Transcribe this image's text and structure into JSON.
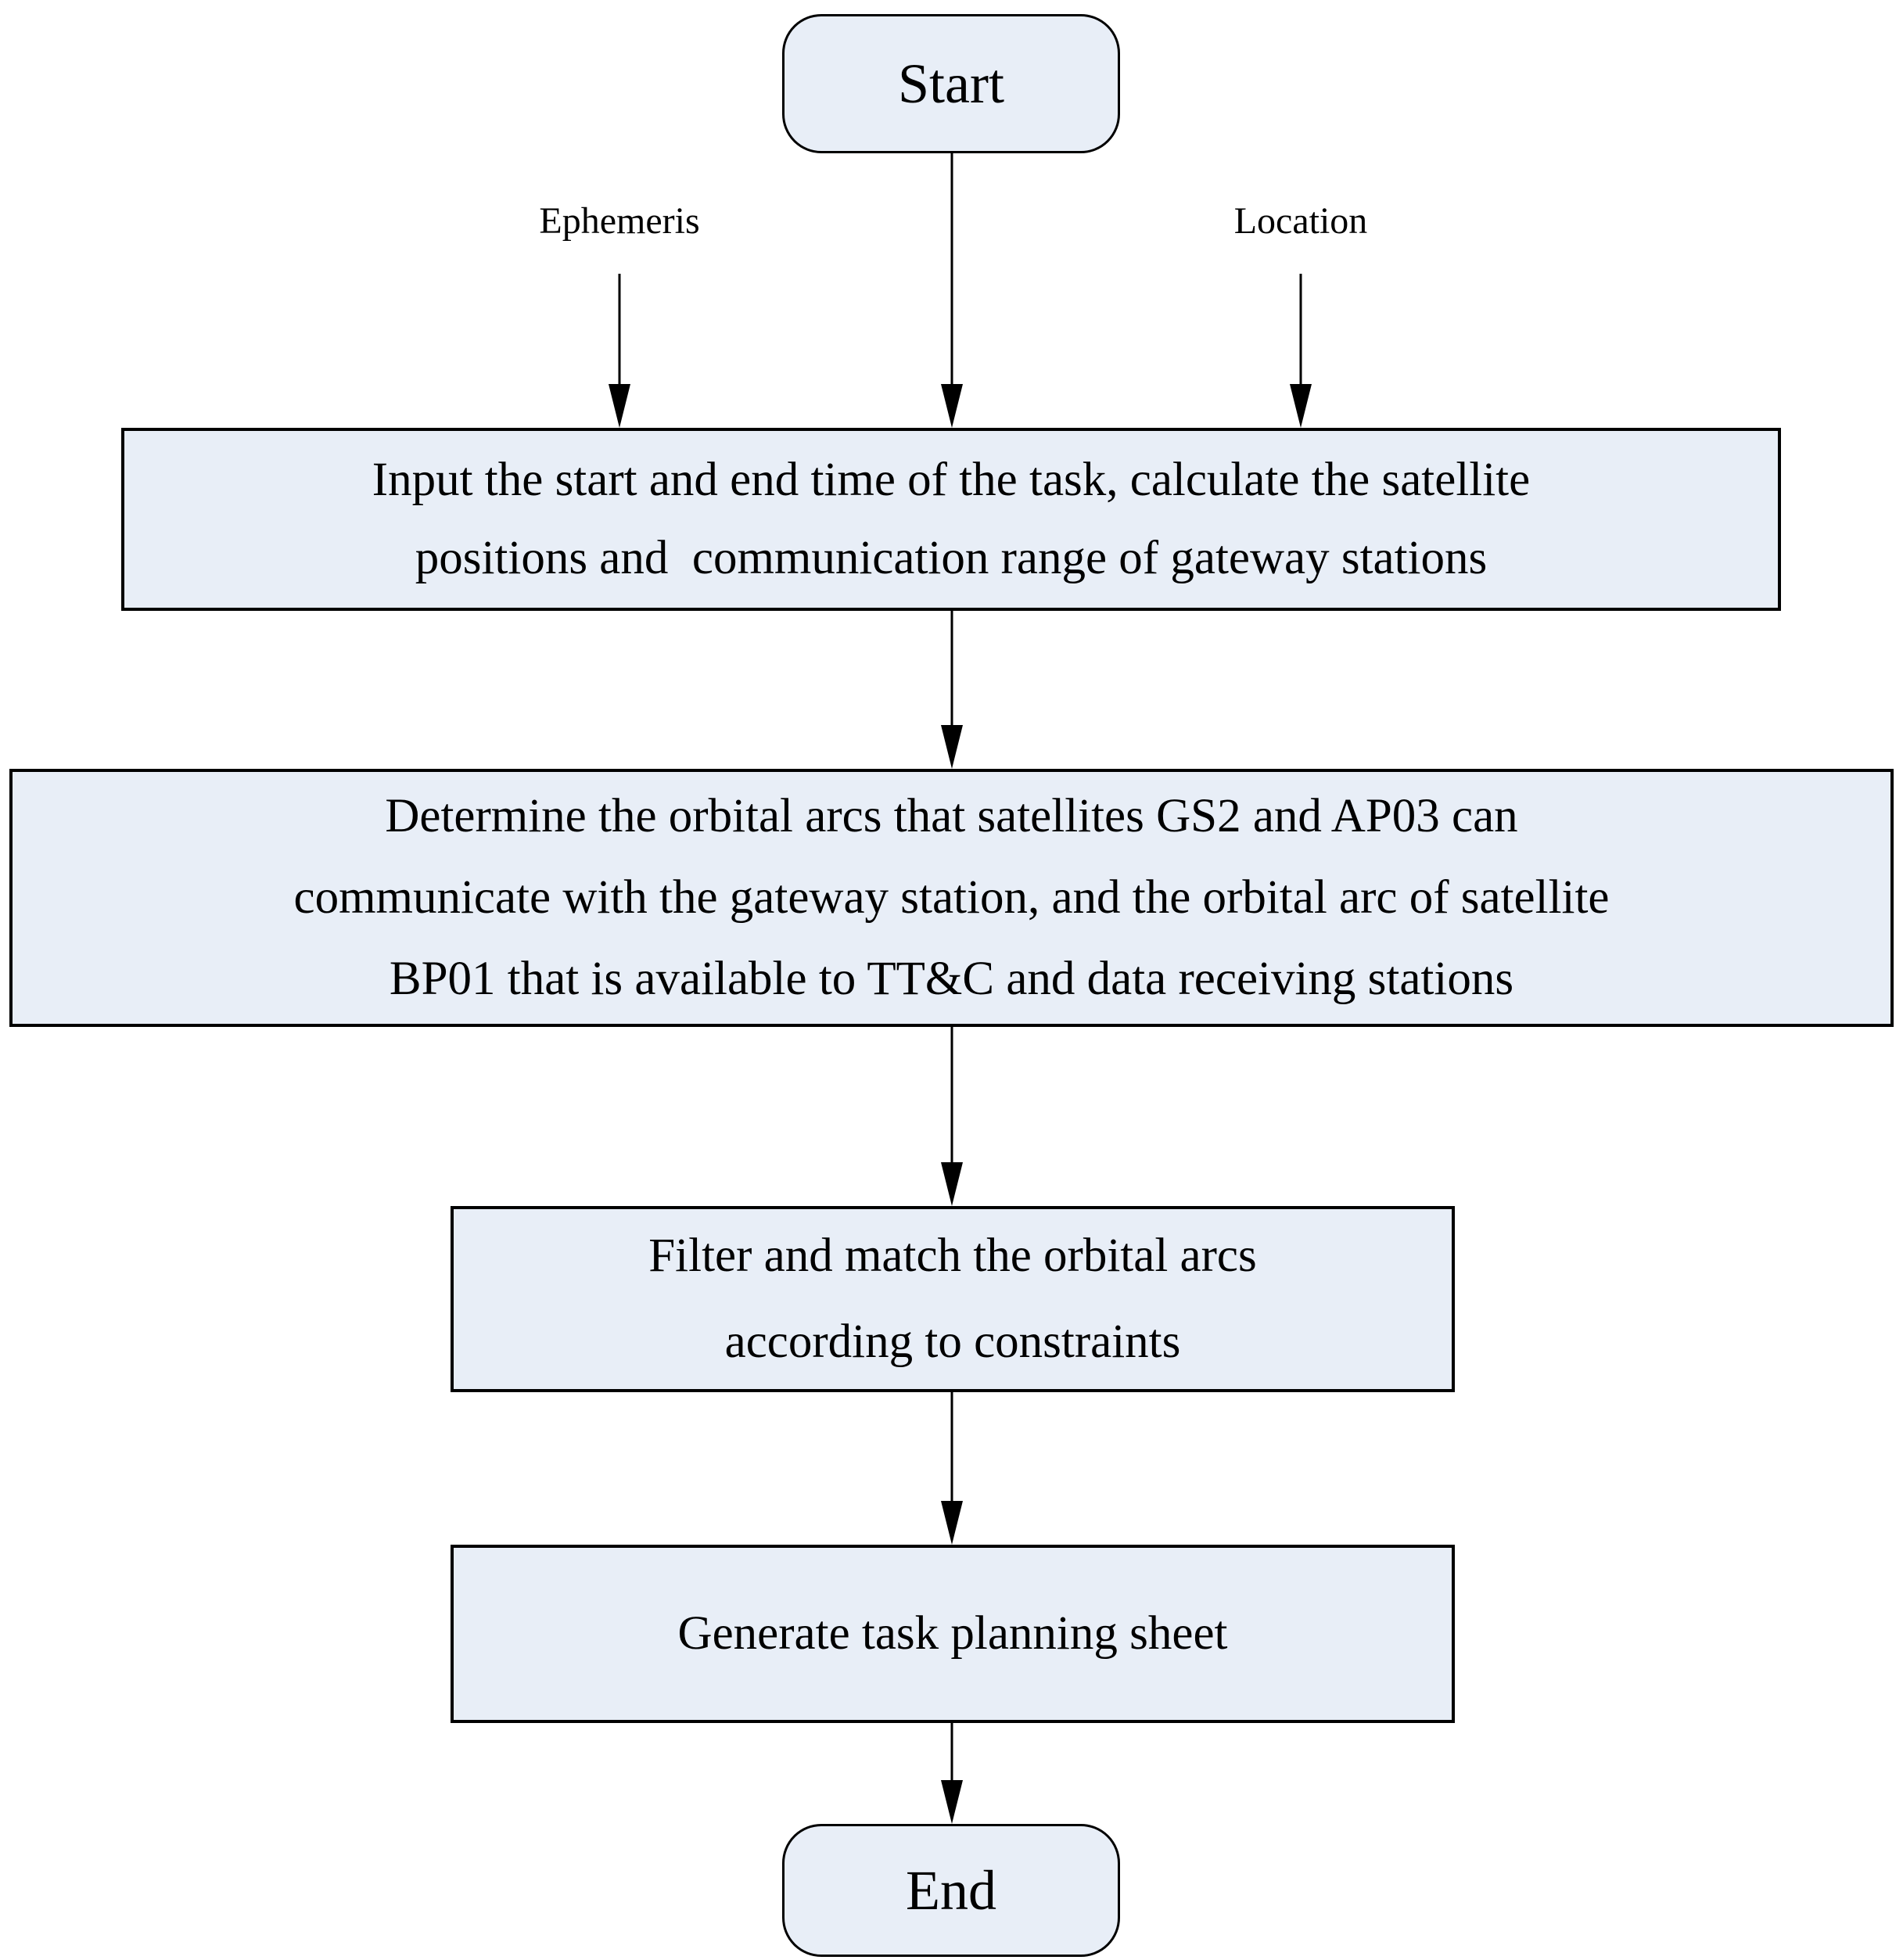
{
  "diagram": {
    "type": "flowchart",
    "colors": {
      "node_fill": "#e8eef7",
      "node_border": "#000000",
      "text": "#000000",
      "background": "#ffffff"
    },
    "nodes": [
      {
        "id": "start",
        "shape": "rounded-terminal",
        "label": "Start"
      },
      {
        "id": "input",
        "shape": "process-rect",
        "lines": [
          "Input the start and end time of the task, calculate the satellite",
          "positions and  communication range of gateway stations"
        ]
      },
      {
        "id": "determine",
        "shape": "process-rect",
        "lines": [
          "Determine the orbital arcs that satellites GS2 and AP03 can",
          "communicate with the gateway station, and the orbital arc of satellite",
          "BP01 that is available to TT&C and data receiving stations"
        ]
      },
      {
        "id": "filter",
        "shape": "process-rect",
        "lines": [
          "Filter and match the orbital arcs",
          "according to constraints"
        ]
      },
      {
        "id": "generate",
        "shape": "process-rect",
        "lines": [
          "Generate task planning sheet"
        ]
      },
      {
        "id": "end",
        "shape": "rounded-terminal",
        "label": "End"
      }
    ],
    "input_labels": [
      {
        "id": "ephemeris",
        "label": "Ephemeris"
      },
      {
        "id": "location",
        "label": "Location"
      }
    ],
    "edges": [
      {
        "from": "ephemeris-label",
        "to": "input"
      },
      {
        "from": "start",
        "to": "input"
      },
      {
        "from": "location-label",
        "to": "input"
      },
      {
        "from": "input",
        "to": "determine"
      },
      {
        "from": "determine",
        "to": "filter"
      },
      {
        "from": "filter",
        "to": "generate"
      },
      {
        "from": "generate",
        "to": "end"
      }
    ]
  }
}
